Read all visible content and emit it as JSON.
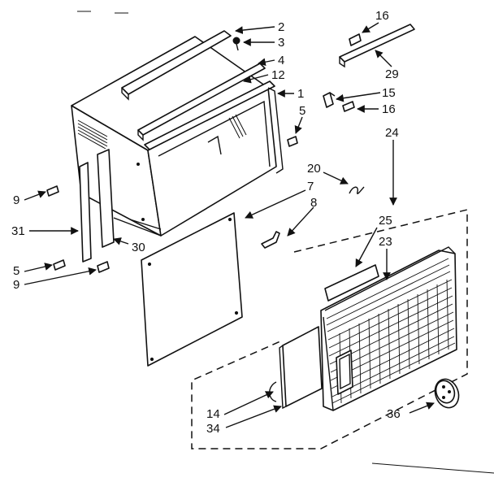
{
  "callouts": {
    "c2": "2",
    "c3": "3",
    "c4": "4",
    "c12": "12",
    "c1": "1",
    "c5a": "5",
    "c16a": "16",
    "c29": "29",
    "c15": "15",
    "c16b": "16",
    "c24": "24",
    "c20": "20",
    "c7": "7",
    "c8": "8",
    "c9a": "9",
    "c31": "31",
    "c30": "30",
    "c5b": "5",
    "c9b": "9",
    "c25": "25",
    "c23": "23",
    "c14": "14",
    "c34": "34",
    "c36": "36"
  },
  "colors": {
    "ink": "#111111",
    "paper": "#ffffff"
  }
}
